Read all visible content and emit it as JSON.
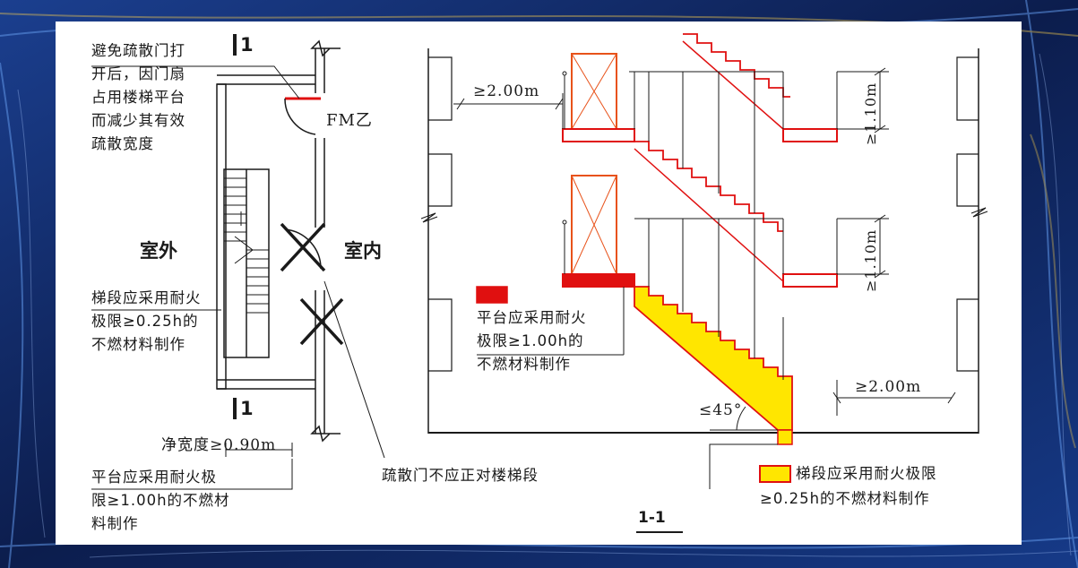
{
  "notes": {
    "door_note": [
      "避免疏散门打",
      "开后，因门扇",
      "占用楼梯平台",
      "而减少其有效",
      "疏散宽度"
    ],
    "flight_note": [
      "梯段应采用耐火",
      "极限≥0.25h的",
      "不燃材料制作"
    ],
    "landing_note": [
      "平台应采用耐火极",
      "限≥1.00h的不燃材",
      "料制作"
    ],
    "door_placement_note": "疏散门不应正对楼梯段",
    "landing_legend": [
      "平台应采用耐火",
      "极限≥1.00h的",
      "不燃材料制作"
    ],
    "flight_legend": [
      "梯段应采用耐火极限",
      "≥0.25h的不燃材料制作"
    ]
  },
  "labels": {
    "section_mark": "1",
    "door_code": "FM乙",
    "outdoor": "室外",
    "indoor": "室内",
    "section_title": "1-1"
  },
  "dimensions": {
    "clear_width": "净宽度≥0.90m",
    "top_clearance": "≥2.00m",
    "bottom_clearance": "≥2.00m",
    "rail_height_upper": "≥1.10m",
    "rail_height_lower": "≥1.10m",
    "slope": "≤45°"
  },
  "colors": {
    "landing_fill": "#e01010",
    "flight_fill": "#ffe600",
    "flight_outline": "#e01010",
    "line": "#1a1a1a",
    "background": "#10245c"
  }
}
